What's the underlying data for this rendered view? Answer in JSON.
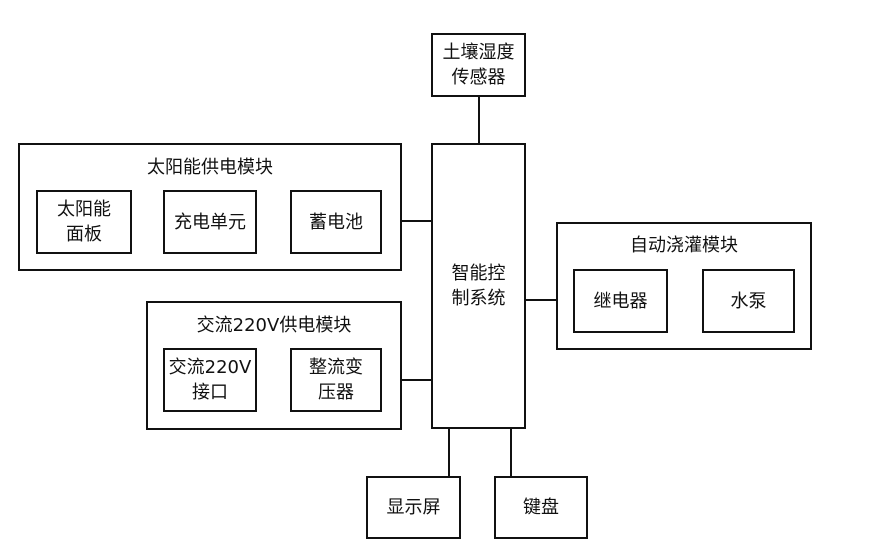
{
  "colors": {
    "stroke": "#111111",
    "background": "#ffffff"
  },
  "diagram": {
    "controller": {
      "label": "智能控\n制系统"
    },
    "soil_sensor": {
      "label": "土壤湿度\n传感器"
    },
    "solar_module": {
      "title": "太阳能供电模块",
      "panel": "太阳能\n面板",
      "charger": "充电单元",
      "battery": "蓄电池"
    },
    "ac_module": {
      "title": "交流220V供电模块",
      "interface": "交流220V\n接口",
      "rectifier": "整流变\n压器"
    },
    "irrigation_module": {
      "title": "自动浇灌模块",
      "relay": "继电器",
      "pump": "水泵"
    },
    "display": {
      "label": "显示屏"
    },
    "keyboard": {
      "label": "键盘"
    }
  }
}
